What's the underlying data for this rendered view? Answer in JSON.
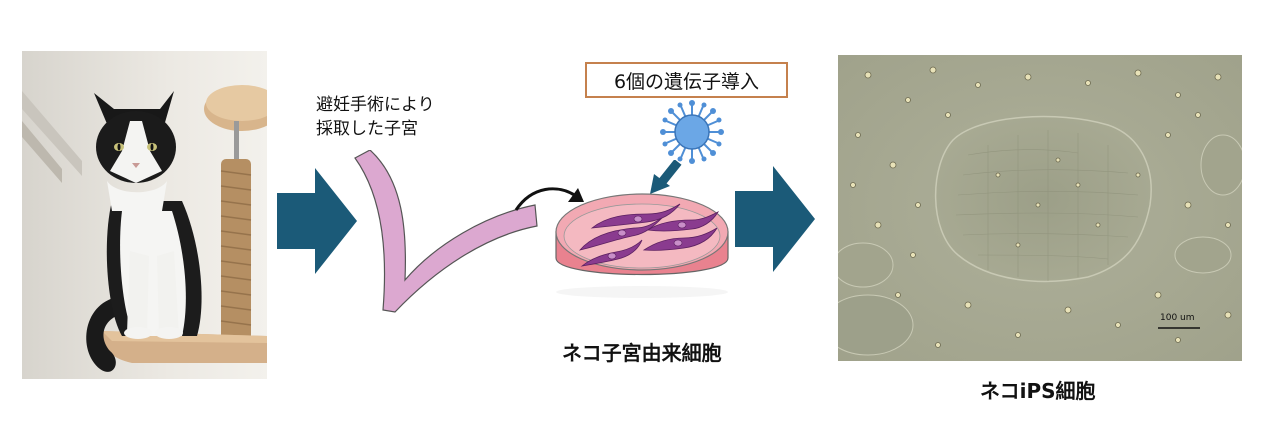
{
  "labels": {
    "uterus_line1": "避妊手術により",
    "uterus_line2": "採取した子宮",
    "gene_box": "6個の遺伝子導入",
    "cells_caption": "ネコ子宮由来細胞",
    "ips_caption": "ネコiPS細胞",
    "scale_bar": "100 um"
  },
  "colors": {
    "arrow": "#1b5a78",
    "uterus": "#dca8d0",
    "dish_medium": "#e9828f",
    "cell": "#8a3b8f",
    "virus": "#4f8fd6",
    "gene_box_border": "#c5814d",
    "micrograph_bg": "#a8aa92"
  },
  "images": {
    "cat_photo": "cat-photo",
    "micrograph": "ips-colony-micrograph"
  }
}
